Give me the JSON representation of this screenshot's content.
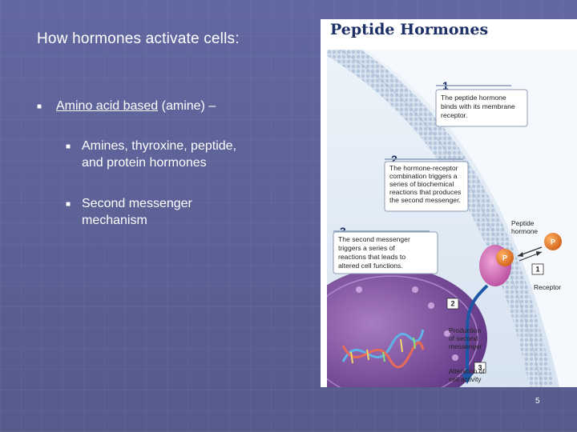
{
  "slide": {
    "title": "How hormones activate cells:",
    "bullets": {
      "main": {
        "underlined": "Amino acid based",
        "rest": " (amine) –"
      },
      "sub": [
        {
          "line1": "Amines, thyroxine, peptide,",
          "line2": "and protein hormones"
        },
        {
          "line1": "Second messenger",
          "line2": "mechanism"
        }
      ]
    },
    "page_number": "5"
  },
  "figure": {
    "title": "Peptide Hormones",
    "steps": [
      {
        "number": "1",
        "lines": [
          "The peptide hormone",
          "binds with its membrane",
          "receptor."
        ]
      },
      {
        "number": "2",
        "lines": [
          "The hormone-receptor",
          "combination triggers a",
          "series of biochemical",
          "reactions that produces",
          "the second messenger."
        ]
      },
      {
        "number": "3",
        "lines": [
          "The second messenger",
          "triggers a series of",
          "reactions that leads to",
          "altered cell functions."
        ]
      }
    ],
    "labels": {
      "peptide_hormone": [
        "Peptide",
        "hormone"
      ],
      "receptor": "Receptor",
      "production": [
        "Production",
        "of second",
        "messenger"
      ],
      "alteration": [
        "Alteration of",
        "cell activity"
      ],
      "hormone_symbol": "P"
    },
    "box_numbers": [
      "1",
      "2",
      "3"
    ]
  }
}
